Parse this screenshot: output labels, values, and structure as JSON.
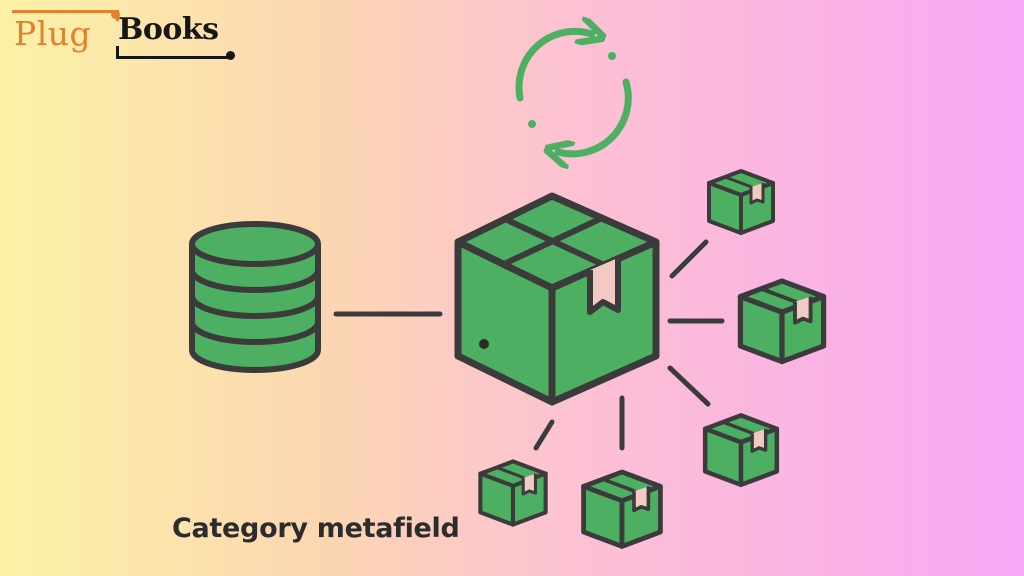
{
  "brand": {
    "part1": "Plug",
    "part2": "Books",
    "color_primary": "#e3802f",
    "color_dark": "#161616"
  },
  "caption": "Category metafield",
  "palette": {
    "box_green": "#4daf62",
    "outline": "#3b3b3b",
    "arrow_green": "#4daf62"
  },
  "icons": [
    "sync-arrows-icon",
    "database-icon",
    "main-box-icon",
    "small-box-icon"
  ]
}
